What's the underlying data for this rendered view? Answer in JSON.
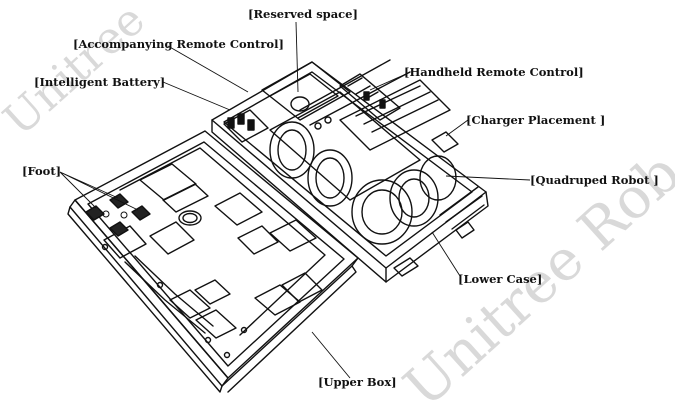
{
  "labels": {
    "reserved_space": "[Reserved space]",
    "accompanying_remote": "[Accompanying Remote Control]",
    "handheld_remote": "[Handheld Remote Control]",
    "intelligent_battery": "[Intelligent Battery]",
    "charger_placement": "[Charger Placement ]",
    "foot": "[Foot]",
    "quadruped_robot": "[Quadruped Robot ]",
    "lower_case": "[Lower Case]",
    "upper_box": "[Upper Box]"
  },
  "watermark": {
    "left": "Unitree",
    "right": "Unitree Rob"
  }
}
